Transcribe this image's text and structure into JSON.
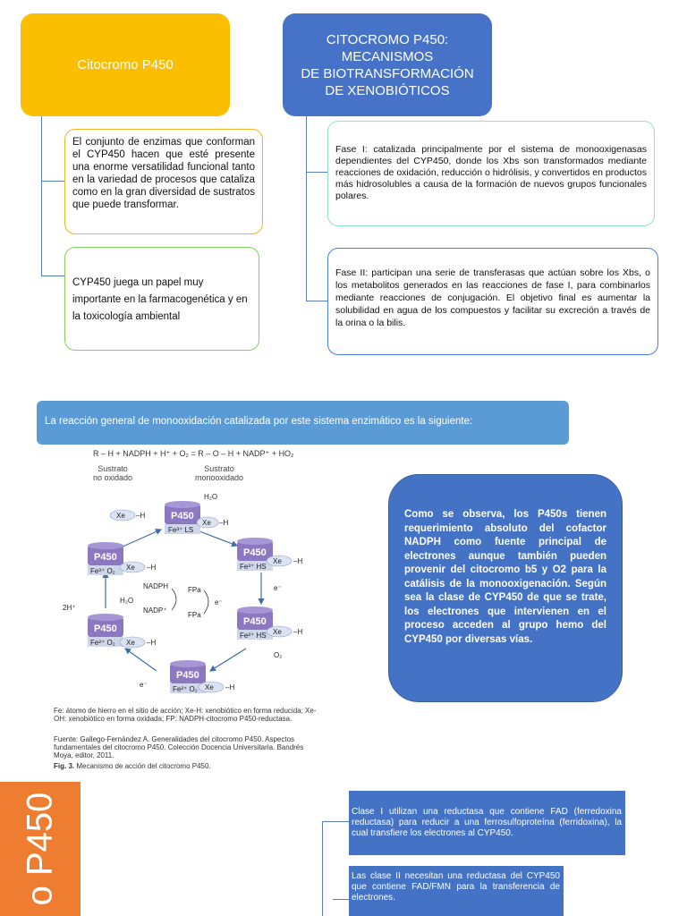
{
  "titles": {
    "left": "Citocromo P450",
    "right": "CITOCROMO P450:\nMECANISMOS\nDE BIOTRANSFORMACIÓN\nDE XENOBIÓTICOS"
  },
  "cards": {
    "enzimas": "El conjunto de enzimas que conforman el CYP450 hacen que esté presente una enorme versatilidad funcional tanto en la variedad de procesos que cataliza como en la gran diversidad de sustratos que puede transformar.",
    "cyp_papel": "CYP450 juega un papel muy importante en la farmacogenética y en la toxicología ambiental",
    "fase1": "Fase I: catalizada principalmente por el sistema de monooxigenasas dependientes del CYP450, donde los Xbs son transformados mediante reacciones de oxidación, reducción o hidrólisis, y convertidos en productos más hidrosolubles a causa de la formación de nuevos grupos funcionales polares.",
    "fase2": "Fase II: participan una serie de transferasas que actúan sobre los Xbs, o los metabolitos generados en las reacciones de fase I, para combinarlos mediante reacciones de conjugación. El objetivo final es aumentar la solubilidad en agua de los compuestos y facilitar su excreción a través de la orina o la bilis."
  },
  "banner": "La reacción general de monooxidación catalizada por este sistema enzimático es la siguiente:",
  "equation": "R – H + NADPH + H⁺ + O₂ = R – O – H + NADP⁺ + HO₂",
  "sublabels": {
    "left": "Sustrato\nno oxidado",
    "right": "Sustrato\nmonooxidado"
  },
  "diagram": {
    "p450": "P450",
    "xe": "Xe",
    "h": "–H",
    "h2o": "H₂O",
    "twoh": "2H⁺",
    "e": "e⁻",
    "o2": "O₂",
    "nadph": "NADPH",
    "nadp": "NADP⁺",
    "fpa_red": "FPa",
    "fpa_ox": "FPa",
    "fe3_ls": "Fe³⁺ LS",
    "fe3_hs": "Fe³⁺ HS",
    "fe2_hs": "Fe²⁺ HS",
    "fe2_o2": "Fe²⁺ O₂",
    "fe3_o2": "Fe³⁺ O₂",
    "fe2_o2b": "Fe²⁺ O₂"
  },
  "bubble": "Como se observa, los P450s tienen requerimiento absoluto del cofactor NADPH como fuente principal de electrones aunque también pueden provenir del citocromo b5 y O2 para la catálisis de la monooxigenación. Según sea la clase de CYP450 de que se trate, los electrones que intervienen en el proceso acceden al grupo hemo del CYP450 por diversas vías.",
  "captions": {
    "legend": "Fe: átomo de hierro en el sitio de acción; Xe-H: xenobiótico en forma reducida; Xe-OH: xenobiótico en forma oxidada; FP: NADPH-citocromo P450-reductasa.",
    "source": "Fuente: Gallego-Fernández A. Generalidades del citocromo P450. Aspectos fundamentales del citocromo P450. Colección Docencia Universitaria. Bandrés Moya, editor, 2011.",
    "fig_label": "Fig. 3.",
    "fig_text": "Mecanismo de acción del citocromo P450."
  },
  "orange_strip": "o P450",
  "clases": {
    "clase1": "Clase I utilizan una reductasa que contiene FAD (ferredoxina reductasa) para reducir a una ferrosulfoproteína (ferridoxina), la cual transfiere los electrones al CYP450.",
    "clase2": "Las clase II necesitan una reductasa del CYP450 que contiene FAD/FMN para la transferencia de electrones."
  },
  "colors": {
    "yellow": "#fcbe00",
    "blue_title": "#4673c8",
    "banner": "#5b9bd5",
    "bubble": "#4472c4",
    "orange": "#ee7d31",
    "p450_cylinder": "#8b78c0"
  }
}
